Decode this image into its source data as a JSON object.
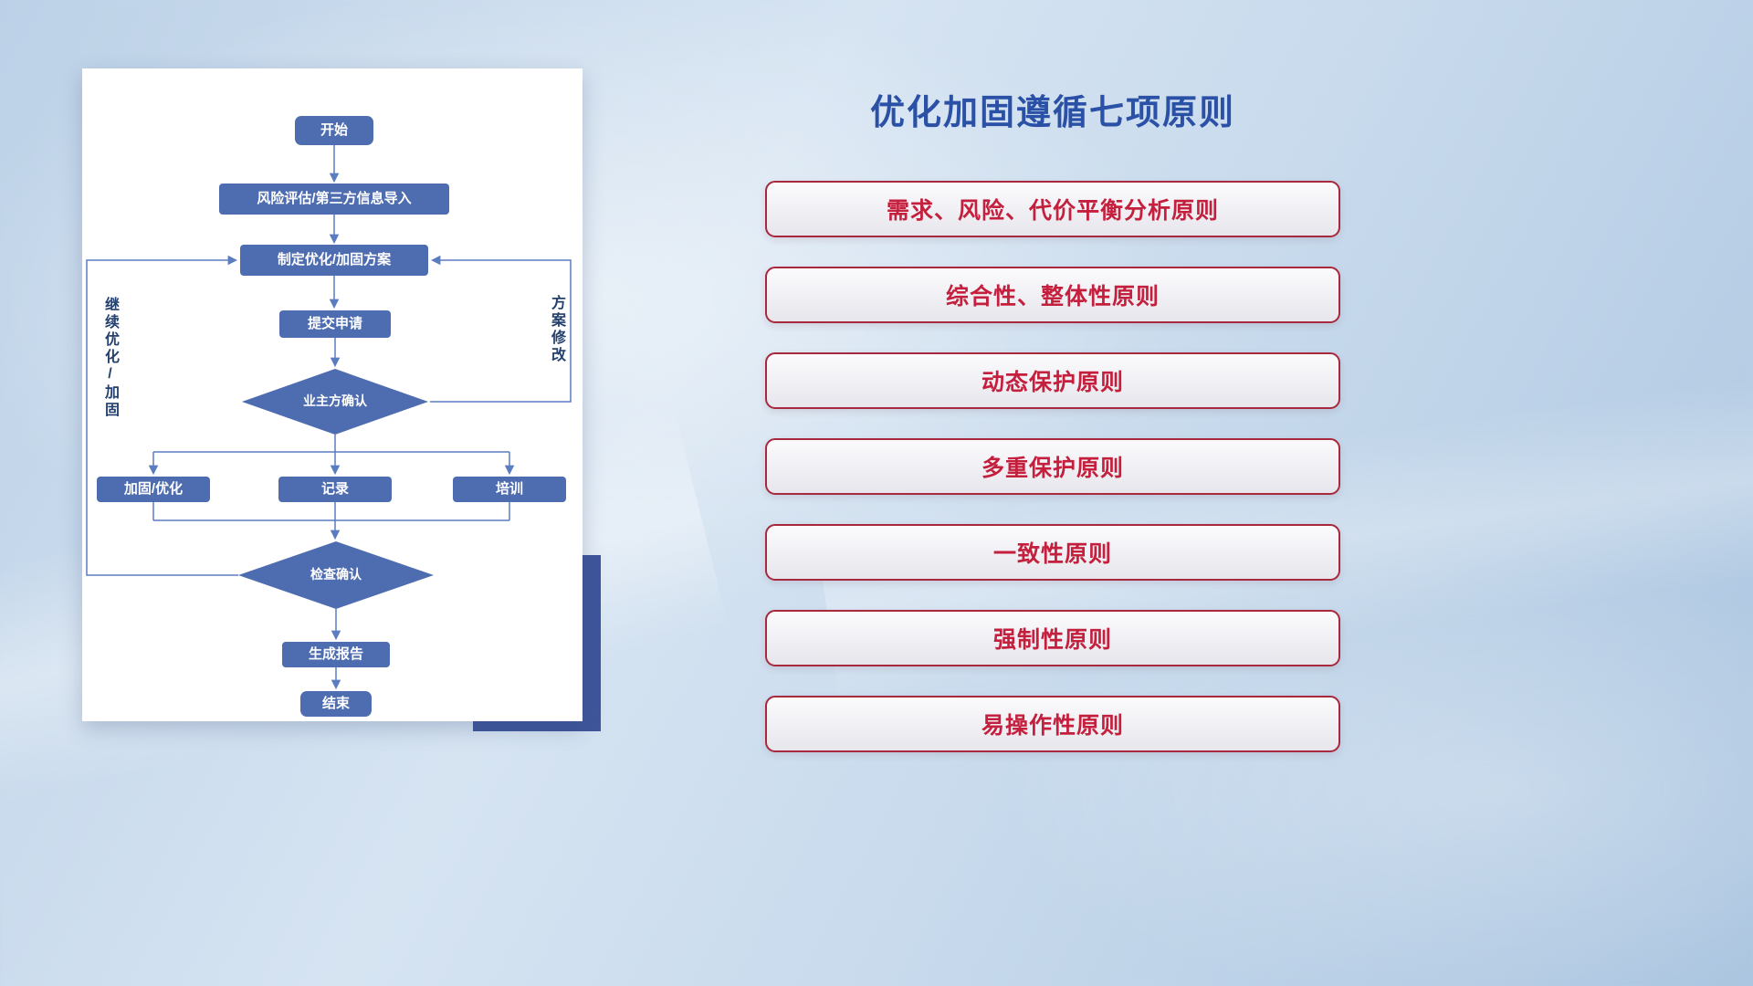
{
  "flowchart": {
    "nodes": [
      {
        "id": "start",
        "label": "开始"
      },
      {
        "id": "risk-import",
        "label": "风险评估/第三方信息导入"
      },
      {
        "id": "make-plan",
        "label": "制定优化/加固方案"
      },
      {
        "id": "submit-request",
        "label": "提交申请"
      },
      {
        "id": "owner-confirm",
        "label": "业主方确认"
      },
      {
        "id": "harden-optimize",
        "label": "加固/优化"
      },
      {
        "id": "record",
        "label": "记录"
      },
      {
        "id": "training",
        "label": "培训"
      },
      {
        "id": "check-confirm",
        "label": "检查确认"
      },
      {
        "id": "generate-report",
        "label": "生成报告"
      },
      {
        "id": "end",
        "label": "结束"
      }
    ],
    "edge_labels": {
      "continue_loop": "继续优化/加固",
      "plan_revision": "方案修改"
    }
  },
  "principles": {
    "title": "优化加固遵循七项原则",
    "items": [
      "需求、风险、代价平衡分析原则",
      "综合性、整体性原则",
      "动态保护原则",
      "多重保护原则",
      "一致性原则",
      "强制性原则",
      "易操作性原则"
    ]
  },
  "colors": {
    "node_fill": "#4e6cb0",
    "connector": "#5b7cc0",
    "title_blue": "#2b51a6",
    "principle_text": "#c4203e",
    "principle_border": "#a8283d",
    "shadow_rect": "#3f569b"
  }
}
